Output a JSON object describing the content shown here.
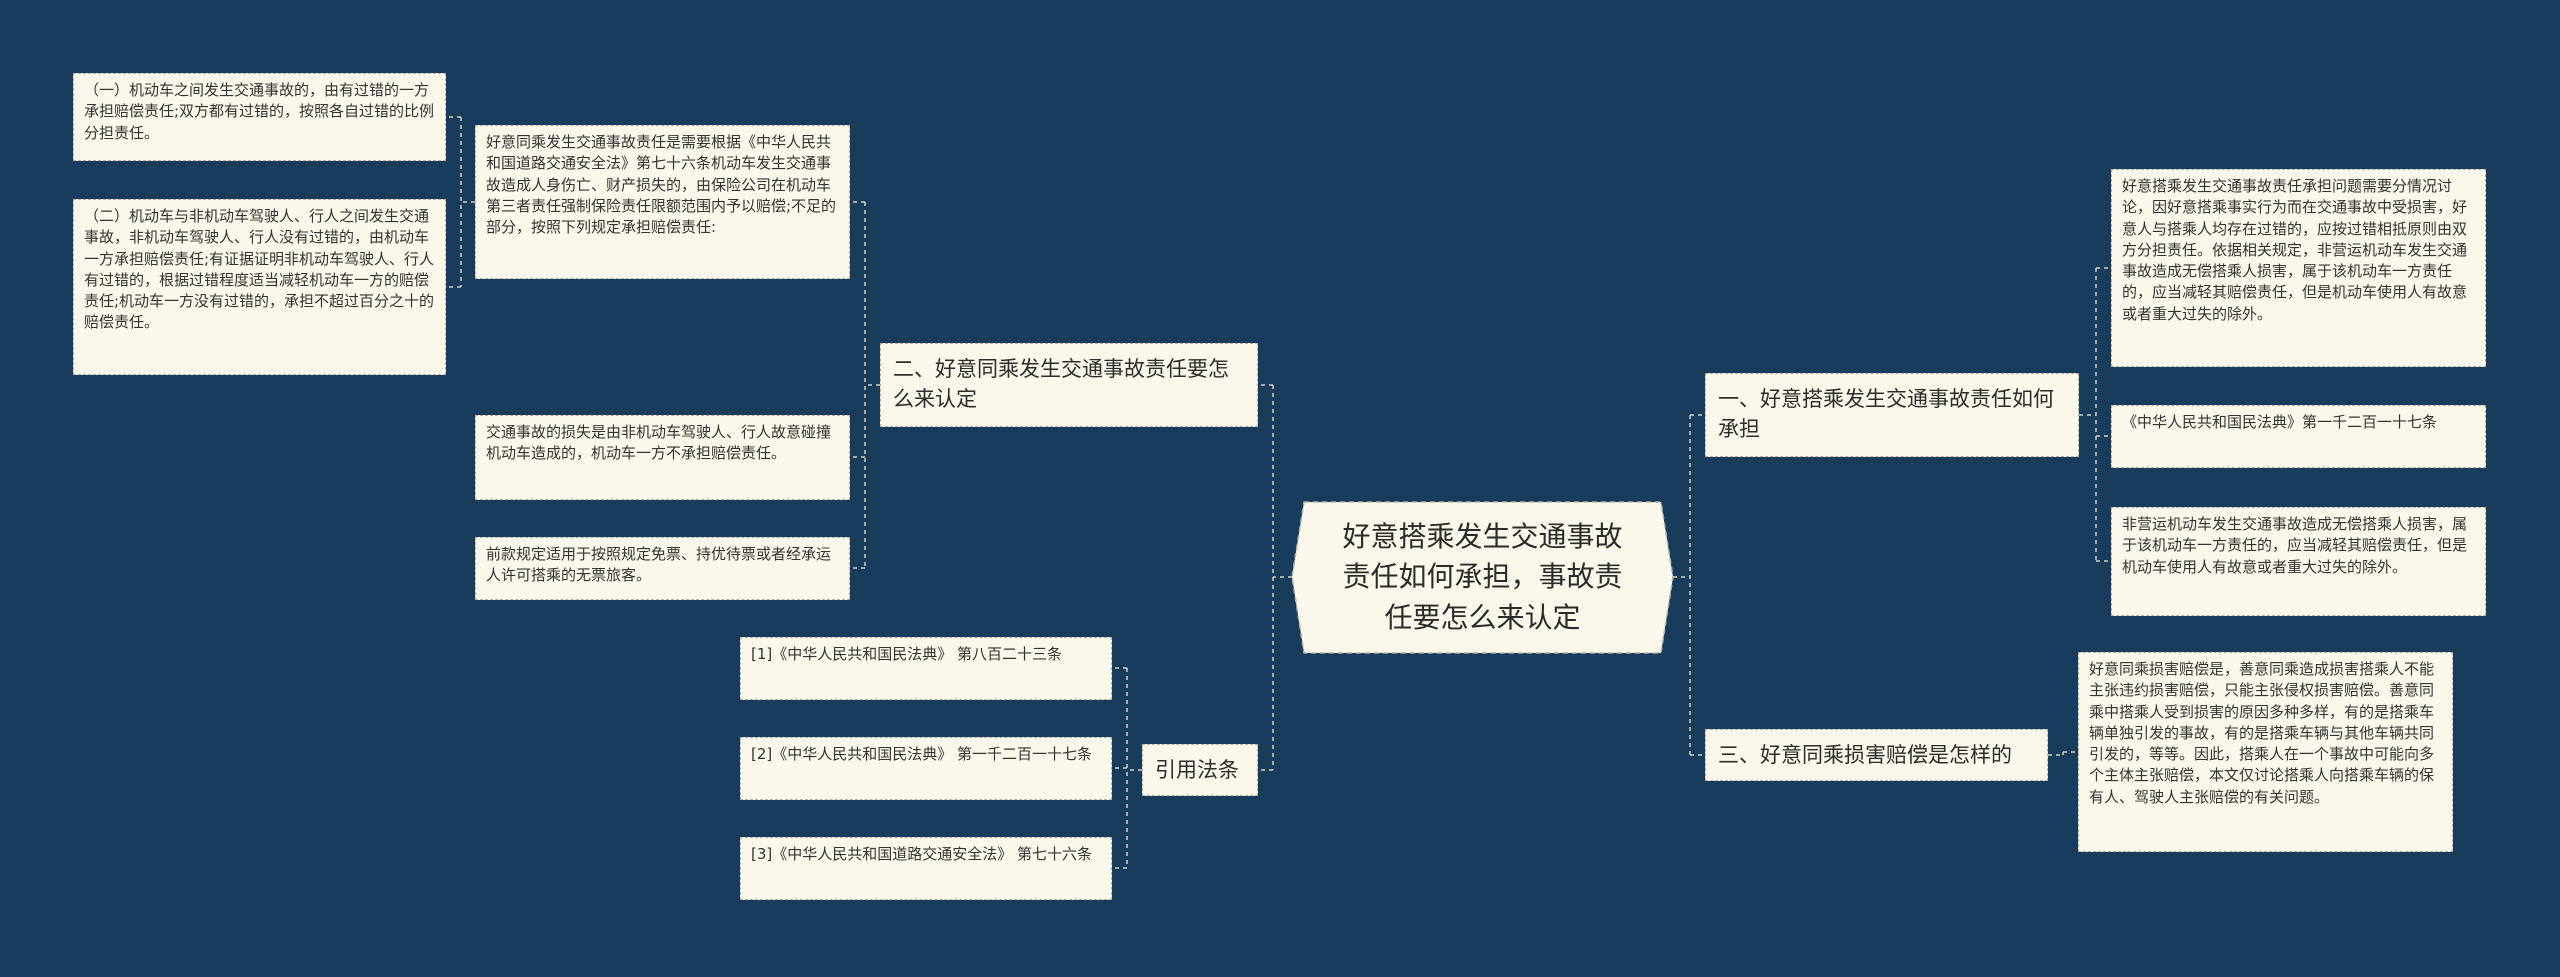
{
  "root": {
    "title": "好意搭乘发生交通事故责任如何承担，事故责任要怎么来认定"
  },
  "branches": {
    "b1": "二、好意同乘发生交通事故责任要怎么来认定",
    "b2": "引用法条",
    "b3": "一、好意搭乘发生交通事故责任如何承担",
    "b4": "三、好意同乘损害赔偿是怎样的"
  },
  "leaves": {
    "b1_main": "好意同乘发生交通事故责任是需要根据《中华人民共和国道路交通安全法》第七十六条机动车发生交通事故造成人身伤亡、财产损失的，由保险公司在机动车第三者责任强制保险责任限额范围内予以赔偿;不足的部分，按照下列规定承担赔偿责任:",
    "b1_sub1": "（一）机动车之间发生交通事故的，由有过错的一方承担赔偿责任;双方都有过错的，按照各自过错的比例分担责任。",
    "b1_sub2": "（二）机动车与非机动车驾驶人、行人之间发生交通事故，非机动车驾驶人、行人没有过错的，由机动车一方承担赔偿责任;有证据证明非机动车驾驶人、行人有过错的，根据过错程度适当减轻机动车一方的赔偿责任;机动车一方没有过错的，承担不超过百分之十的赔偿责任。",
    "b1_leaf2": "交通事故的损失是由非机动车驾驶人、行人故意碰撞机动车造成的，机动车一方不承担赔偿责任。",
    "b1_leaf3": "前款规定适用于按照规定免票、持优待票或者经承运人许可搭乘的无票旅客。",
    "b2_leaf1": "[1]《中华人民共和国民法典》 第八百二十三条",
    "b2_leaf2": "[2]《中华人民共和国民法典》 第一千二百一十七条",
    "b2_leaf3": "[3]《中华人民共和国道路交通安全法》 第七十六条",
    "b3_leaf1": "好意搭乘发生交通事故责任承担问题需要分情况讨论，因好意搭乘事实行为而在交通事故中受损害，好意人与搭乘人均存在过错的，应按过错相抵原则由双方分担责任。依据相关规定，非营运机动车发生交通事故造成无偿搭乘人损害，属于该机动车一方责任的，应当减轻其赔偿责任，但是机动车使用人有故意或者重大过失的除外。",
    "b3_leaf2": "《中华人民共和国民法典》第一千二百一十七条",
    "b3_leaf3": "非营运机动车发生交通事故造成无偿搭乘人损害，属于该机动车一方责任的，应当减轻其赔偿责任，但是机动车使用人有故意或者重大过失的除外。",
    "b4_leaf1": "好意同乘损害赔偿是，善意同乘造成损害搭乘人不能主张违约损害赔偿，只能主张侵权损害赔偿。善意同乘中搭乘人受到损害的原因多种多样，有的是搭乘车辆单独引发的事故，有的是搭乘车辆与其他车辆共同引发的，等等。因此，搭乘人在一个事故中可能向多个主体主张赔偿，本文仅讨论搭乘人向搭乘车辆的保有人、驾驶人主张赔偿的有关问题。"
  },
  "colors": {
    "background": "#173c5c",
    "node_fill": "#fbf7ea",
    "node_border": "#b9b2a0",
    "connector": "#d8d2c0"
  }
}
